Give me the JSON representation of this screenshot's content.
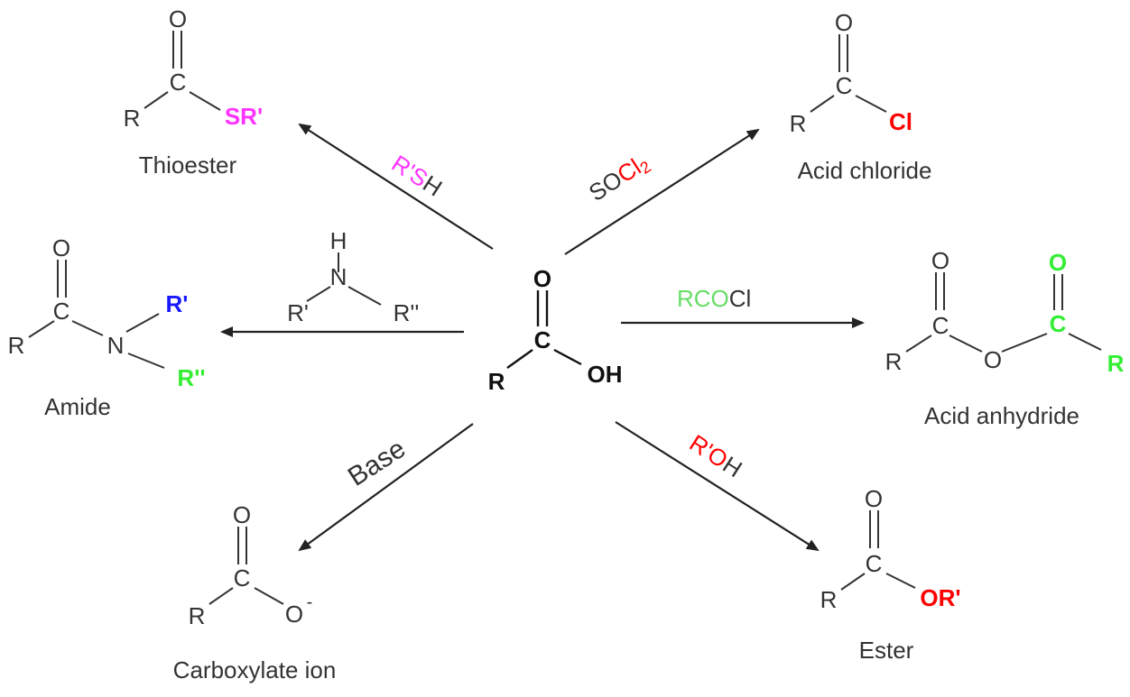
{
  "colors": {
    "text": "#333333",
    "magenta": "#ff33ff",
    "red": "#ff0000",
    "blue": "#1a1aff",
    "green": "#33ee33",
    "lightgreen": "#66dd66",
    "black": "#111111"
  },
  "center": {
    "O": "O",
    "C": "C",
    "R": "R",
    "OH": "OH"
  },
  "thioester": {
    "O": "O",
    "C": "C",
    "R": "R",
    "SR": "SR'",
    "label": "Thioester"
  },
  "acid_chloride": {
    "O": "O",
    "C": "C",
    "R": "R",
    "Cl": "Cl",
    "label": "Acid chloride"
  },
  "amide": {
    "O": "O",
    "C": "C",
    "R": "R",
    "N": "N",
    "R1": "R'",
    "R2": "R''",
    "label": "Amide"
  },
  "anhydride": {
    "O1": "O",
    "C1": "C",
    "R1": "R",
    "Obridge": "O",
    "O2": "O",
    "C2": "C",
    "R2": "R",
    "label": "Acid anhydride"
  },
  "carboxylate": {
    "O": "O",
    "C": "C",
    "R": "R",
    "Ominus": "O",
    "charge": "-",
    "label": "Carboxylate ion"
  },
  "ester": {
    "O": "O",
    "C": "C",
    "R": "R",
    "OR": "OR'",
    "label": "Ester"
  },
  "amine": {
    "H": "H",
    "N": "N",
    "R1": "R'",
    "R2": "R''"
  },
  "reagents": {
    "thiol": {
      "a": "R'S",
      "b": "H"
    },
    "socl2": {
      "a": "SO",
      "b": "Cl",
      "c": "2"
    },
    "rcocl": {
      "a": "RCO",
      "b": "Cl"
    },
    "base": "Base",
    "alcohol": {
      "a": "R'O",
      "b": "H"
    }
  }
}
